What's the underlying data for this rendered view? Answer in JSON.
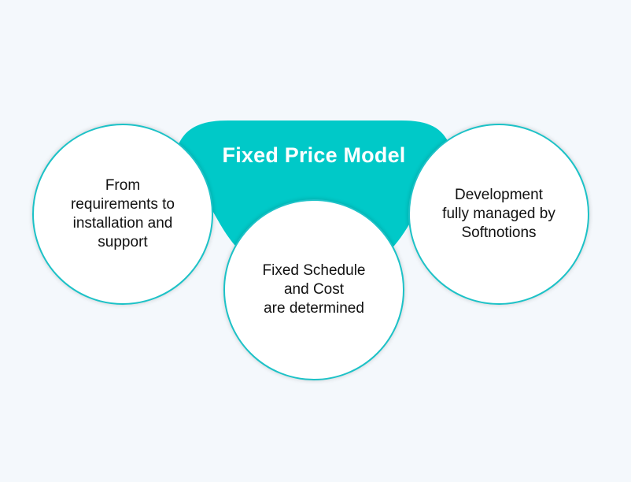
{
  "title": "Fixed Price Model",
  "colors": {
    "background": "#f4f8fc",
    "accent": "#00c9c8",
    "circle_border": "#1cc2c7",
    "circle_fill": "#ffffff",
    "text": "#111111"
  },
  "circles": [
    {
      "position": "left",
      "text": "From\nrequirements to\ninstallation and\nsupport"
    },
    {
      "position": "center",
      "text": "Fixed Schedule\nand Cost\nare determined"
    },
    {
      "position": "right",
      "text": "Development\nfully managed by\nSoftnotions"
    }
  ]
}
